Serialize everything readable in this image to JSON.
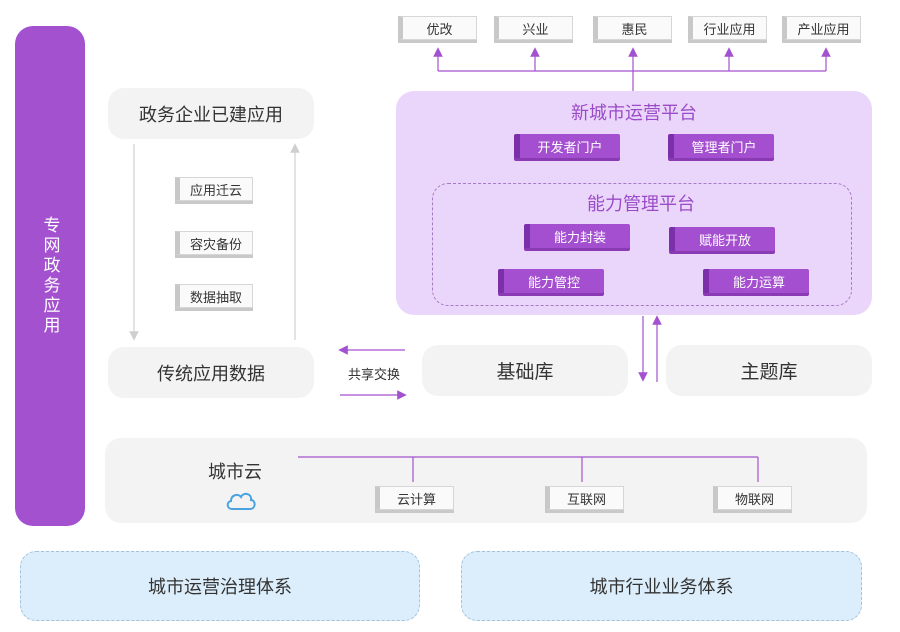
{
  "top_tags": [
    "优改",
    "兴业",
    "惠民",
    "行业应用",
    "产业应用"
  ],
  "side_label": "专网政务应用",
  "gov_apps": "政务企业已建应用",
  "migration_steps": [
    "应用迁云",
    "容灾备份",
    "数据抽取"
  ],
  "legacy_data": "传统应用数据",
  "exchange_label": "共享交换",
  "base_db": "基础库",
  "topic_db": "主题库",
  "new_city_platform": {
    "title": "新城市运营平台",
    "portals": [
      "开发者门户",
      "管理者门户"
    ]
  },
  "ability_platform": {
    "title": "能力管理平台",
    "items": [
      "能力封装",
      "赋能开放",
      "能力管控",
      "能力运算"
    ]
  },
  "city_cloud": {
    "title": "城市云",
    "items": [
      "云计算",
      "互联网",
      "物联网"
    ]
  },
  "bottom_systems": [
    "城市运营治理体系",
    "城市行业业务体系"
  ],
  "colors": {
    "purple": "#a351cf",
    "light_purple": "#ebd6fb",
    "light_blue": "#dceefb",
    "cloud_icon": "#4aa3e0"
  }
}
